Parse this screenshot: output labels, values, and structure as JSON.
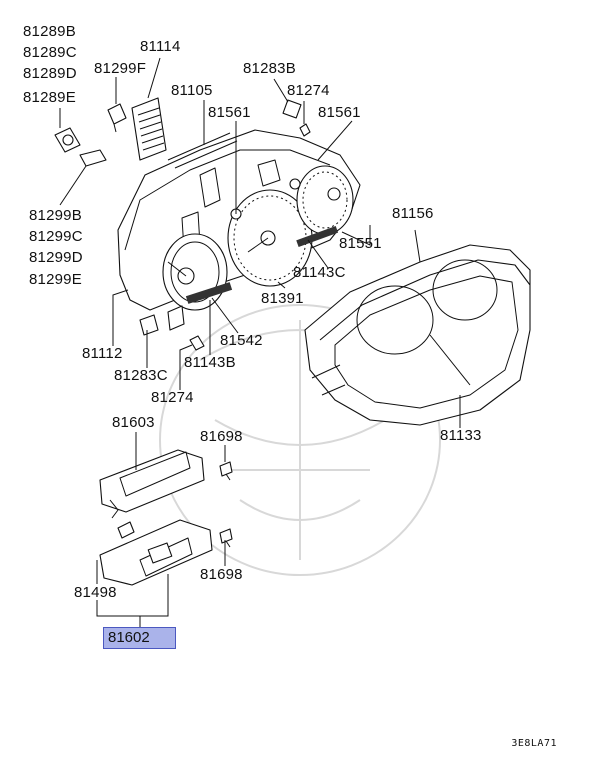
{
  "labels": {
    "l81289b": "81289B",
    "l81289c": "81289C",
    "l81289d": "81289D",
    "l81289e": "81289E",
    "l81114": "81114",
    "l81299f": "81299F",
    "l81105": "81105",
    "l81283b": "81283B",
    "l81274a": "81274",
    "l81561a": "81561",
    "l81561b": "81561",
    "l81299b": "81299B",
    "l81299c": "81299C",
    "l81299d": "81299D",
    "l81299e": "81299E",
    "l81156": "81156",
    "l81551": "81551",
    "l81143c": "81143C",
    "l81391": "81391",
    "l81542": "81542",
    "l81112": "81112",
    "l81143b": "81143B",
    "l81283c": "81283C",
    "l81274b": "81274",
    "l81133": "81133",
    "l81603": "81603",
    "l81698a": "81698",
    "l81698b": "81698",
    "l81498": "81498"
  },
  "highlight": {
    "part_number": "81602",
    "fill_color": "#aab3ea",
    "border_color": "#4b58c0"
  },
  "diagram_code": "3E8LA71"
}
